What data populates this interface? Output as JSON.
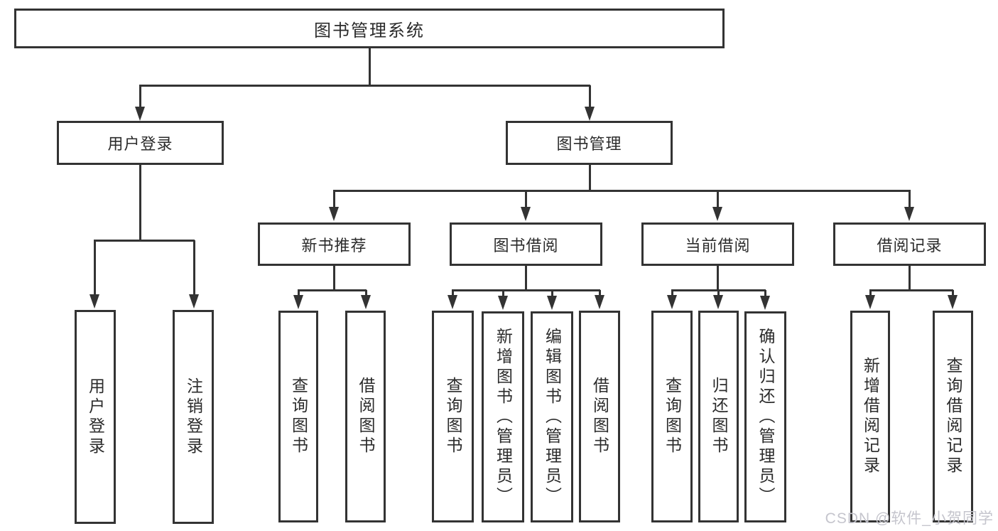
{
  "colors": {
    "background": "#ffffff",
    "line": "#333333",
    "text": "#2b2b2b",
    "watermark": "#c5c5cd"
  },
  "watermark": {
    "text": "CSDN @软件_小贺同学"
  },
  "tree": {
    "label": "图书管理系统",
    "children": [
      {
        "label": "用户登录",
        "children": [
          {
            "label": "用户登录"
          },
          {
            "label": "注销登录"
          }
        ]
      },
      {
        "label": "图书管理",
        "children": [
          {
            "label": "新书推荐",
            "children": [
              {
                "label": "查询图书"
              },
              {
                "label": "借阅图书"
              }
            ]
          },
          {
            "label": "图书借阅",
            "children": [
              {
                "label": "查询图书"
              },
              {
                "label": "新增图书（管理员）"
              },
              {
                "label": "编辑图书（管理员）"
              },
              {
                "label": "借阅图书"
              }
            ]
          },
          {
            "label": "当前借阅",
            "children": [
              {
                "label": "查询图书"
              },
              {
                "label": "归还图书"
              },
              {
                "label": "确认归还（管理员）"
              }
            ]
          },
          {
            "label": "借阅记录",
            "children": [
              {
                "label": "新增借阅记录"
              },
              {
                "label": "查询借阅记录"
              }
            ]
          }
        ]
      }
    ]
  }
}
